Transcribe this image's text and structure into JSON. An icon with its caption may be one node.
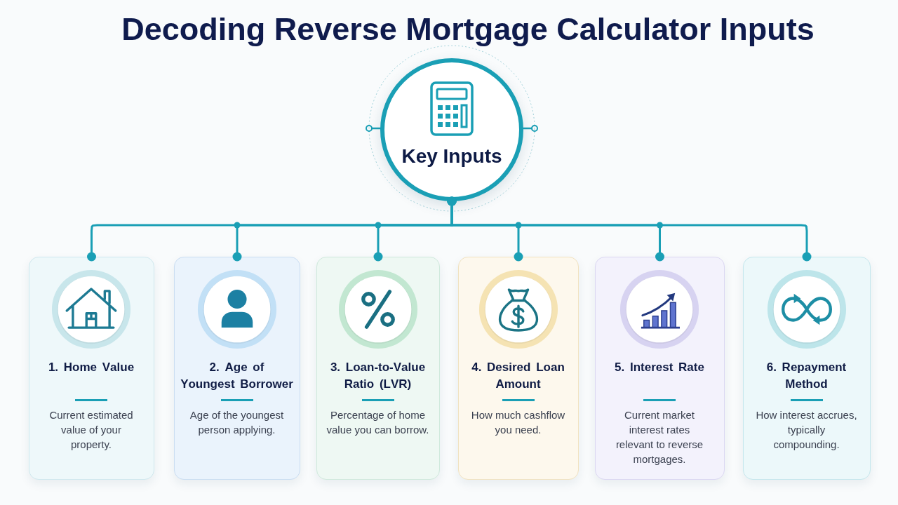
{
  "diagram": {
    "title": "Decoding Reverse Mortgage Calculator Inputs",
    "nodes": [
      {
        "text": [
          "Key Inputs"
        ]
      },
      {
        "text": [
          "1. Home Value",
          "Current estimated value of your property."
        ]
      },
      {
        "text": [
          "2. Age of Youngest Borrower",
          "Age of the youngest person applying."
        ]
      },
      {
        "text": [
          "3. Loan-to-Value Ratio (LVR)",
          "Percentage of home value you can borrow."
        ]
      },
      {
        "text": [
          "4. Desired Loan Amount",
          "How much cashflow you need."
        ]
      },
      {
        "text": [
          "5. Interest Rate",
          "Current market interest rates relevant to reverse mortgages."
        ]
      },
      {
        "text": [
          "6. Repayment Method",
          "How interest accrues, typically compounding."
        ]
      }
    ],
    "edges": [
      {
        "from": 0,
        "to": 1,
        "arrow": "other"
      },
      {
        "from": 0,
        "to": 2,
        "arrow": "other"
      },
      {
        "from": 0,
        "to": 3,
        "arrow": "other"
      },
      {
        "from": 0,
        "to": 4,
        "arrow": "other"
      },
      {
        "from": 0,
        "to": 5,
        "arrow": "other"
      },
      {
        "from": 0,
        "to": 6,
        "arrow": "other"
      }
    ]
  }
}
